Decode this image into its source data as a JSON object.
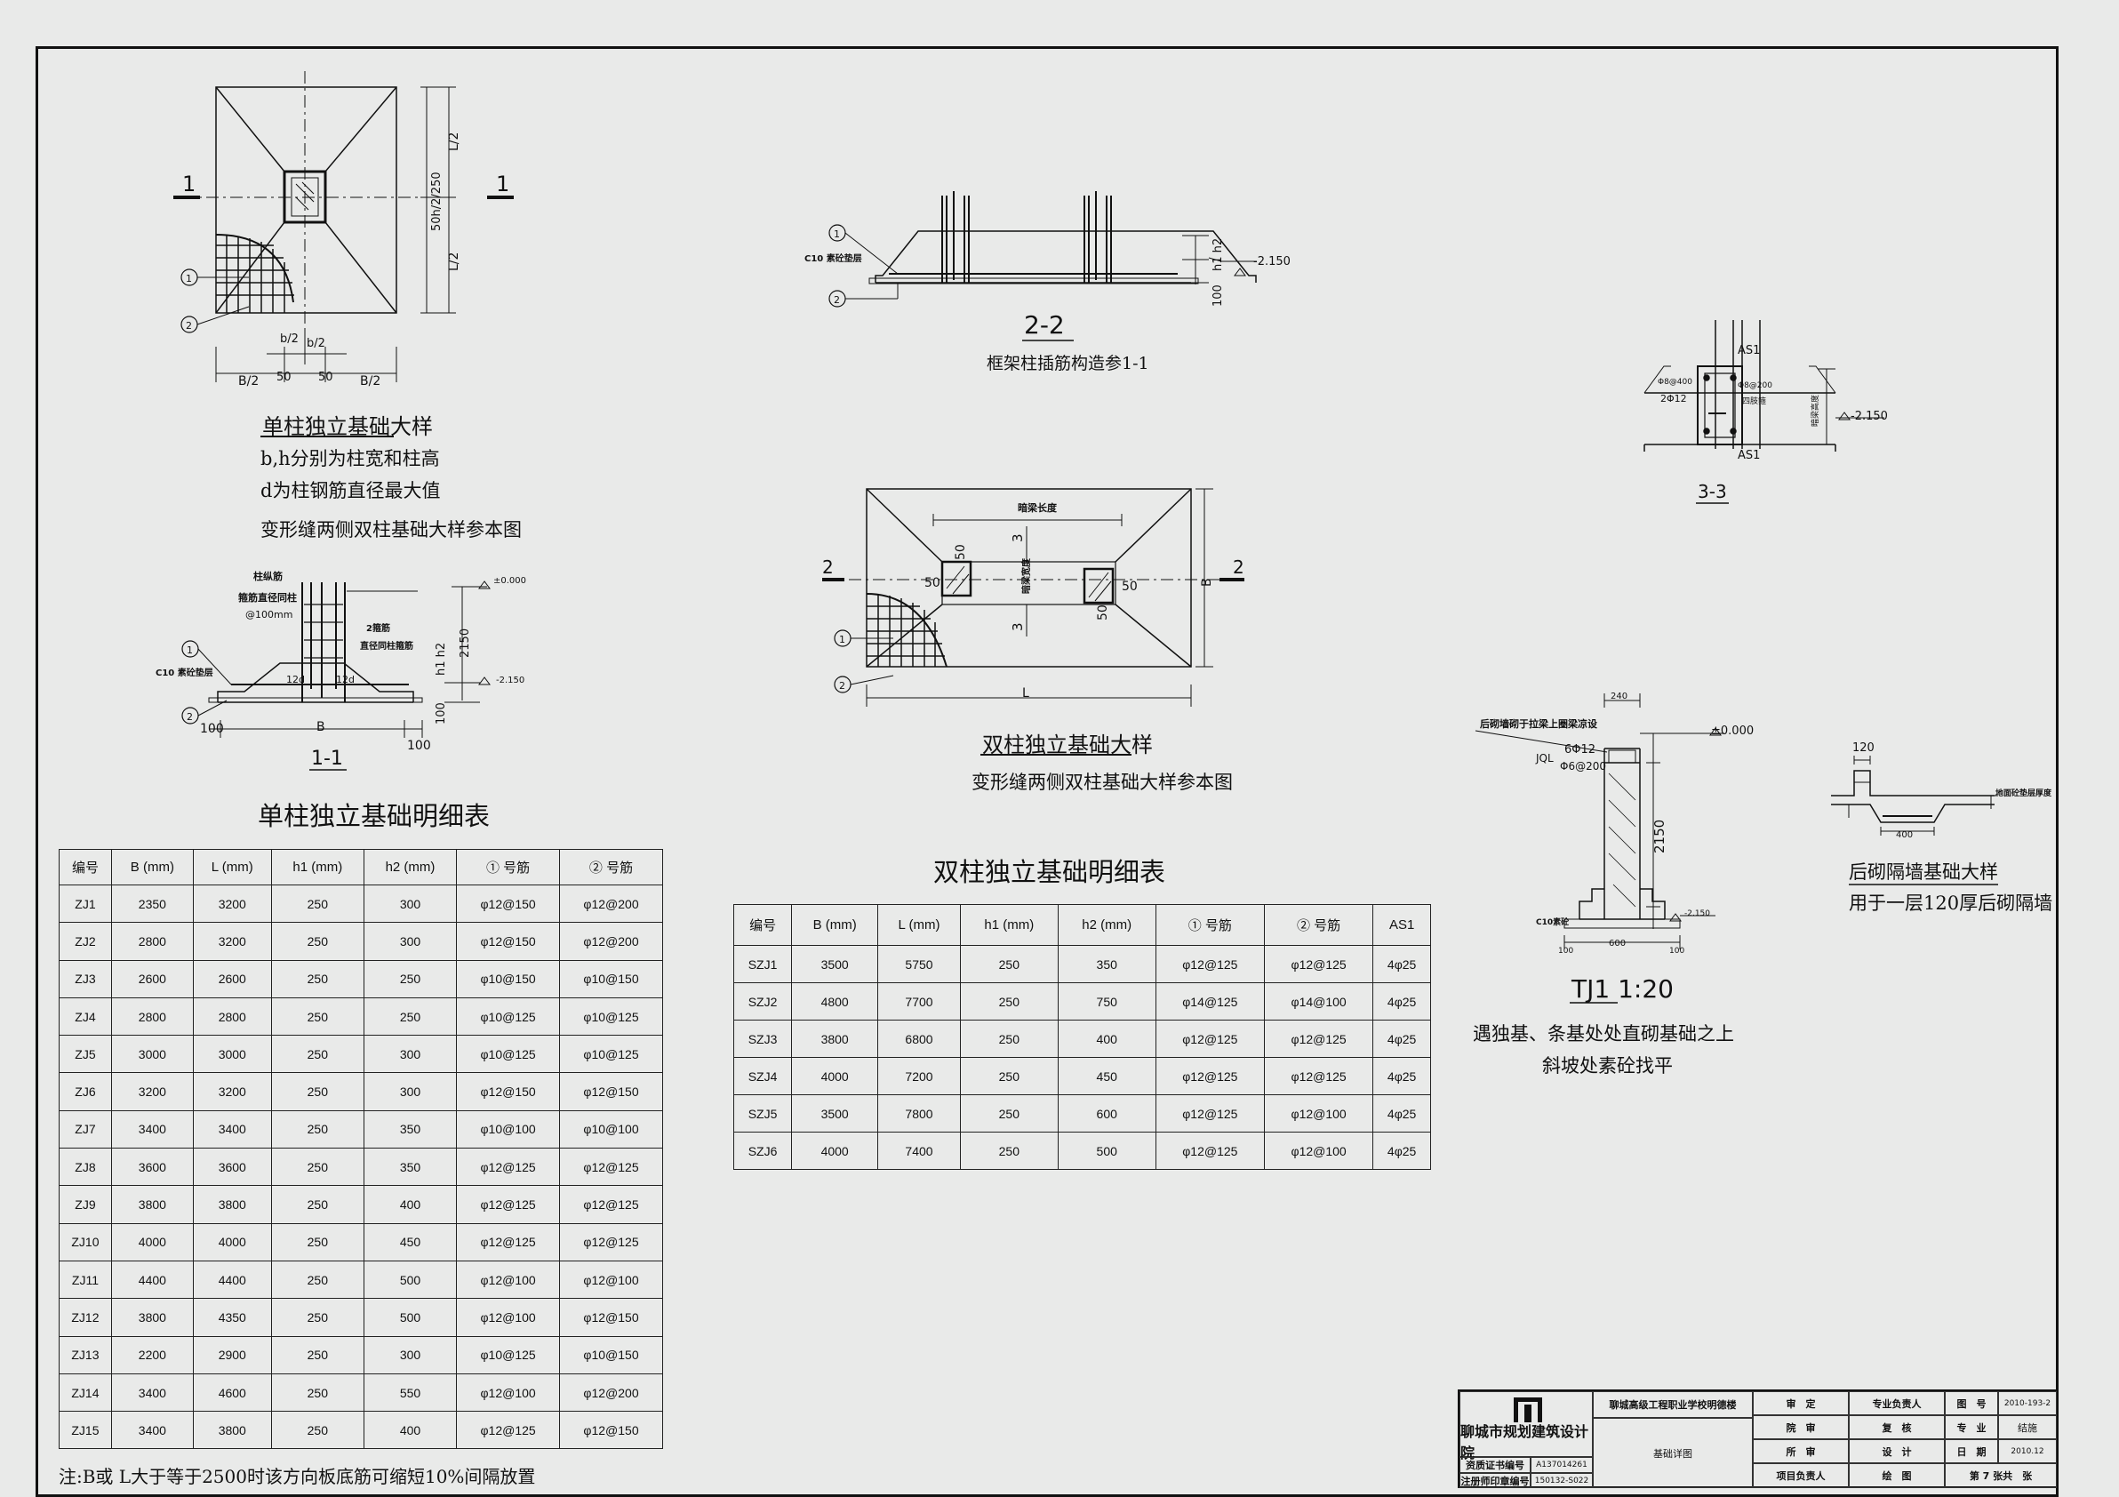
{
  "labels": {
    "detail1_title": "单柱独立基础大样",
    "detail1_note1": "b,h分别为柱宽和柱高",
    "detail1_note2": "d为柱钢筋直径最大值",
    "detail1_note3": "变形缝两侧双柱基础大样参本图",
    "sec11": "1-1",
    "sec22": "2-2",
    "sec22_note": "框架柱插筋构造参1-1",
    "sec33": "3-3",
    "detail2_title": "双柱独立基础大样",
    "detail2_note": "变形缝两侧双柱基础大样参本图",
    "tj1_title": "TJ1    1:20",
    "tj1_note1": "遇独基、条基处处直砌基础之上",
    "tj1_note2": "斜坡处素砼找平",
    "wall_title": "后砌隔墙基础大样",
    "wall_note": "用于一层120厚后砌隔墙",
    "sec_mark_1": "1",
    "sec_mark_2": "2",
    "dim_L2": "L/2",
    "dim_50h": "50h/2/250",
    "dim_B2": "B/2",
    "dim_b2": "b/2",
    "dim_50": "50",
    "dim_B": "B",
    "dim_L": "L",
    "dim_100": "100",
    "dim_2150": "2150",
    "elev_000": "±0.000",
    "elev_215": "-2.150",
    "h1h2": "h1 h2",
    "c10": "C10 素砼垫层",
    "col_bar": "柱纵筋",
    "stir_text": "箍筋直径同柱",
    "stir_spacing": "@100mm",
    "stir2": "2箍筋",
    "stir2b": "直径同柱箍筋",
    "d12": "12d",
    "beam_len": "暗梁长度",
    "beam_w": "暗梁宽度",
    "three": "3",
    "as1": "AS1",
    "tj_240": "240",
    "tj_600": "600",
    "tj_jql": "JQL",
    "tj_bar1": "6Φ12",
    "tj_bar2": "Φ6@200",
    "tj_note_top": "后砌墙砌于拉梁上圈梁凉设",
    "tj_c10": "C10素砼",
    "wall_120": "120",
    "wall_400": "400",
    "wall_top": "地面砼垫层厚度",
    "s33_a": "Φ8@400",
    "s33_b": "2Φ12",
    "s33_c": "Φ8@200",
    "s33_d": "四肢箍",
    "s33_side": "暗梁高度"
  },
  "table1": {
    "title": "单柱独立基础明细表",
    "headers": [
      "编号",
      "B (mm)",
      "L (mm)",
      "h1 (mm)",
      "h2 (mm)",
      "① 号筋",
      "② 号筋"
    ],
    "rows": [
      [
        "ZJ1",
        "2350",
        "3200",
        "250",
        "300",
        "φ12@150",
        "φ12@200"
      ],
      [
        "ZJ2",
        "2800",
        "3200",
        "250",
        "300",
        "φ12@150",
        "φ12@200"
      ],
      [
        "ZJ3",
        "2600",
        "2600",
        "250",
        "250",
        "φ10@150",
        "φ10@150"
      ],
      [
        "ZJ4",
        "2800",
        "2800",
        "250",
        "250",
        "φ10@125",
        "φ10@125"
      ],
      [
        "ZJ5",
        "3000",
        "3000",
        "250",
        "300",
        "φ10@125",
        "φ10@125"
      ],
      [
        "ZJ6",
        "3200",
        "3200",
        "250",
        "300",
        "φ12@150",
        "φ12@150"
      ],
      [
        "ZJ7",
        "3400",
        "3400",
        "250",
        "350",
        "φ10@100",
        "φ10@100"
      ],
      [
        "ZJ8",
        "3600",
        "3600",
        "250",
        "350",
        "φ12@125",
        "φ12@125"
      ],
      [
        "ZJ9",
        "3800",
        "3800",
        "250",
        "400",
        "φ12@125",
        "φ12@125"
      ],
      [
        "ZJ10",
        "4000",
        "4000",
        "250",
        "450",
        "φ12@125",
        "φ12@125"
      ],
      [
        "ZJ11",
        "4400",
        "4400",
        "250",
        "500",
        "φ12@100",
        "φ12@100"
      ],
      [
        "ZJ12",
        "3800",
        "4350",
        "250",
        "500",
        "φ12@100",
        "φ12@150"
      ],
      [
        "ZJ13",
        "2200",
        "2900",
        "250",
        "300",
        "φ10@125",
        "φ10@150"
      ],
      [
        "ZJ14",
        "3400",
        "4600",
        "250",
        "550",
        "φ12@100",
        "φ12@200"
      ],
      [
        "ZJ15",
        "3400",
        "3800",
        "250",
        "400",
        "φ12@125",
        "φ12@150"
      ]
    ],
    "footnote": "注:B或 L大于等于2500时该方向板底筋可缩短10%间隔放置"
  },
  "table2": {
    "title": "双柱独立基础明细表",
    "headers": [
      "编号",
      "B (mm)",
      "L (mm)",
      "h1 (mm)",
      "h2 (mm)",
      "① 号筋",
      "② 号筋",
      "AS1"
    ],
    "rows": [
      [
        "SZJ1",
        "3500",
        "5750",
        "250",
        "350",
        "φ12@125",
        "φ12@125",
        "4φ25"
      ],
      [
        "SZJ2",
        "4800",
        "7700",
        "250",
        "750",
        "φ14@125",
        "φ14@100",
        "4φ25"
      ],
      [
        "SZJ3",
        "3800",
        "6800",
        "250",
        "400",
        "φ12@125",
        "φ12@125",
        "4φ25"
      ],
      [
        "SZJ4",
        "4000",
        "7200",
        "250",
        "450",
        "φ12@125",
        "φ12@125",
        "4φ25"
      ],
      [
        "SZJ5",
        "3500",
        "7800",
        "250",
        "600",
        "φ12@125",
        "φ12@100",
        "4φ25"
      ],
      [
        "SZJ6",
        "4000",
        "7400",
        "250",
        "500",
        "φ12@125",
        "φ12@100",
        "4φ25"
      ]
    ]
  },
  "titleblock": {
    "institute": "聊城市规划建筑设计院",
    "project": "聊城高级工程职业学校明德楼",
    "drawing": "基础详图",
    "cert_label": "资质证书编号",
    "cert_value": "A137014261",
    "reg_label": "注册师印章编号",
    "reg_value": "150132-S022",
    "r1a": "审　定",
    "r1b": "专业负责人",
    "r2a": "院　审",
    "r2b": "复　核",
    "r3a": "所　审",
    "r3b": "设　计",
    "r4a": "项目负责人",
    "r4b": "绘　图",
    "no_label": "图　号",
    "no_value": "2010-193-2",
    "spec_label": "专　业",
    "spec_value": "结施",
    "date_label": "日　期",
    "date_value": "2010.12",
    "sheet_label": "第 7 张共　张"
  }
}
